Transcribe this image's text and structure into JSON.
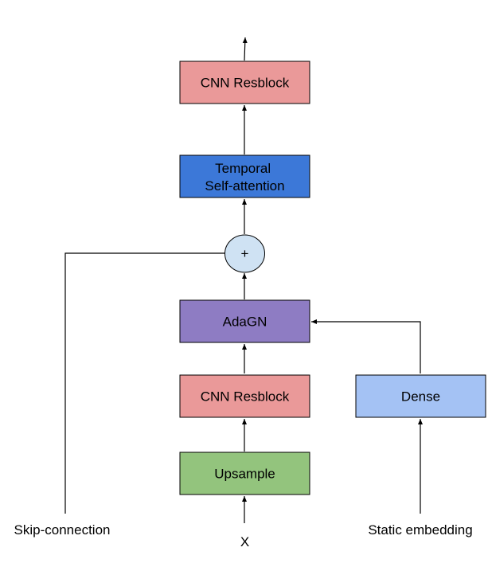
{
  "nodes": {
    "cnn_top": {
      "label": "CNN Resblock",
      "color": "#ea9999"
    },
    "temporal": {
      "lines": [
        "Temporal",
        "Self-attention"
      ],
      "color": "#3c78d8"
    },
    "add": {
      "label": "+",
      "color": "#cfe2f3"
    },
    "adagn": {
      "label": "AdaGN",
      "color": "#8e7cc3"
    },
    "cnn_bottom": {
      "label": "CNN Resblock",
      "color": "#ea9999"
    },
    "upsample": {
      "label": "Upsample",
      "color": "#93c47d"
    },
    "dense": {
      "label": "Dense",
      "color": "#a4c2f4"
    }
  },
  "inputs": {
    "skip": "Skip-connection",
    "x": "X",
    "static": "Static embedding"
  }
}
